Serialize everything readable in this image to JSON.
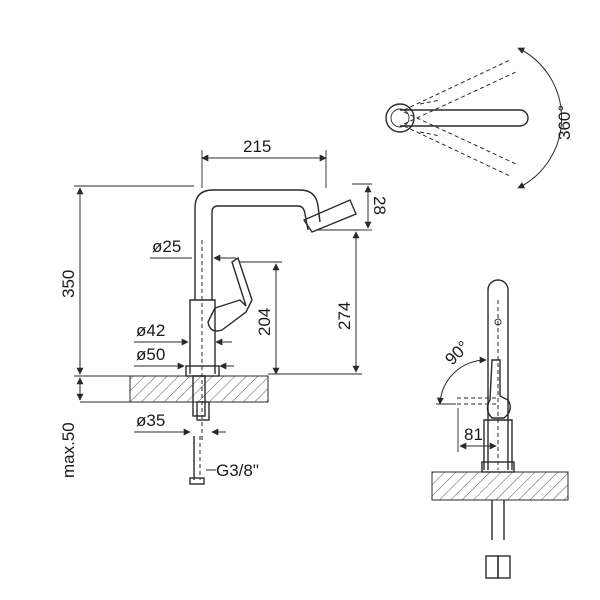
{
  "dimensions": {
    "width_215": "215",
    "height_28": "28",
    "dia_25": "ø25",
    "height_350": "350",
    "height_204": "204",
    "height_274": "274",
    "dia_42": "ø42",
    "dia_50": "ø50",
    "dia_35": "ø35",
    "max_50": "max.50",
    "thread": "G3/8\"",
    "rotation": "360°",
    "tilt_angle": "90°",
    "reach_81": "81"
  }
}
